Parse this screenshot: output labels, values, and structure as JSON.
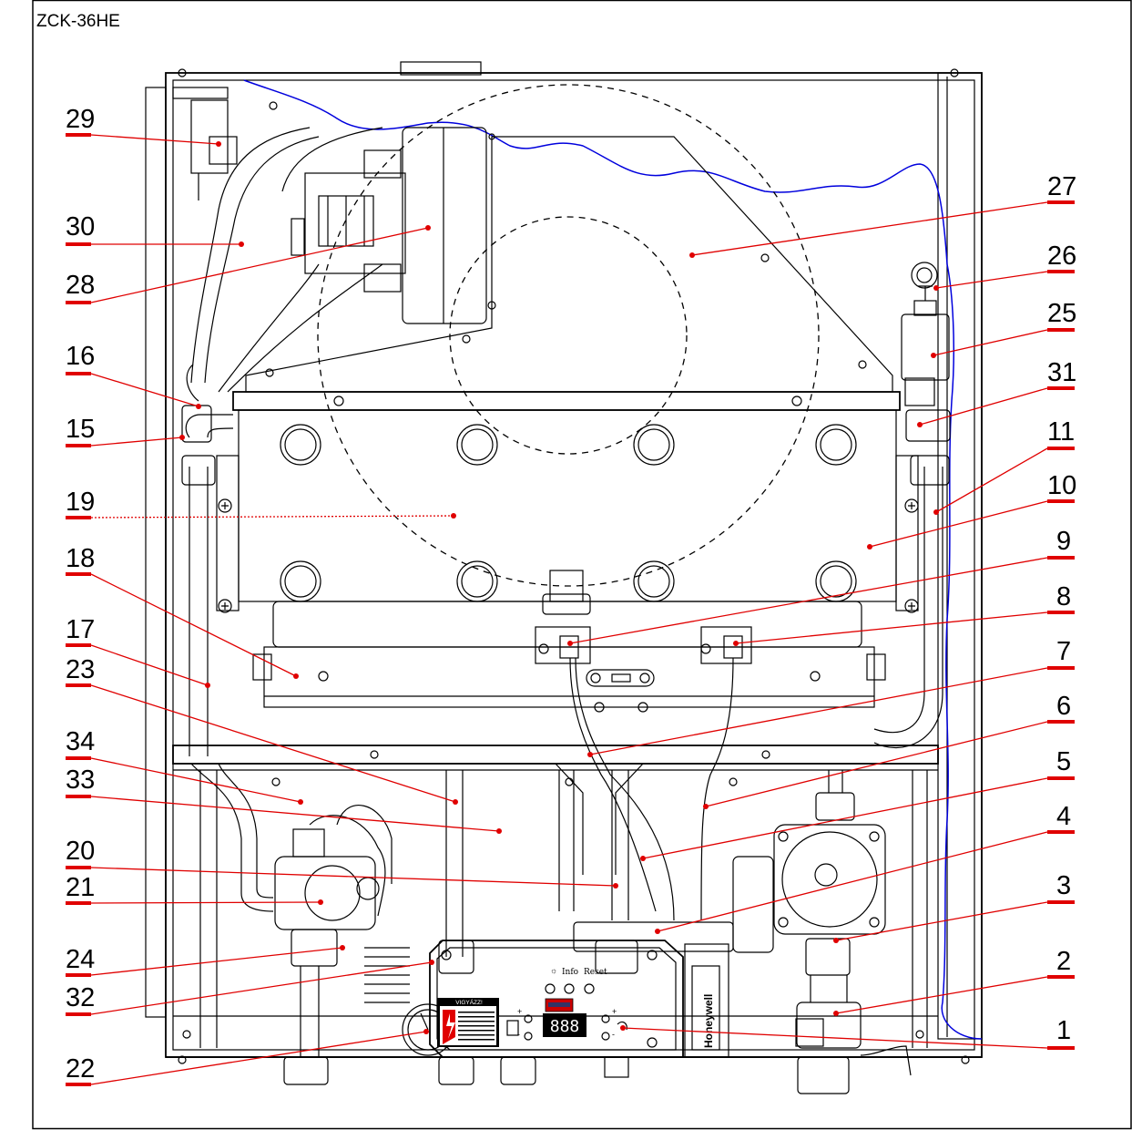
{
  "model_label": "ZCK-36HE",
  "colors": {
    "leader": "#e00000",
    "water": "#0000dd",
    "ink": "#000000"
  },
  "callouts": [
    {
      "id": "29",
      "side": "left"
    },
    {
      "id": "30",
      "side": "left"
    },
    {
      "id": "28",
      "side": "left"
    },
    {
      "id": "16",
      "side": "left"
    },
    {
      "id": "15",
      "side": "left"
    },
    {
      "id": "19",
      "side": "left"
    },
    {
      "id": "18",
      "side": "left"
    },
    {
      "id": "17",
      "side": "left"
    },
    {
      "id": "23",
      "side": "left"
    },
    {
      "id": "34",
      "side": "left"
    },
    {
      "id": "33",
      "side": "left"
    },
    {
      "id": "20",
      "side": "left"
    },
    {
      "id": "21",
      "side": "left"
    },
    {
      "id": "24",
      "side": "left"
    },
    {
      "id": "32",
      "side": "left"
    },
    {
      "id": "22",
      "side": "left"
    },
    {
      "id": "27",
      "side": "right"
    },
    {
      "id": "26",
      "side": "right"
    },
    {
      "id": "25",
      "side": "right"
    },
    {
      "id": "31",
      "side": "right"
    },
    {
      "id": "11",
      "side": "right"
    },
    {
      "id": "10",
      "side": "right"
    },
    {
      "id": "9",
      "side": "right"
    },
    {
      "id": "8",
      "side": "right"
    },
    {
      "id": "7",
      "side": "right"
    },
    {
      "id": "6",
      "side": "right"
    },
    {
      "id": "5",
      "side": "right"
    },
    {
      "id": "4",
      "side": "right"
    },
    {
      "id": "3",
      "side": "right"
    },
    {
      "id": "2",
      "side": "right"
    },
    {
      "id": "1",
      "side": "right"
    }
  ],
  "panel": {
    "warning_title": "VIGYÁZZ!",
    "btn_info": "Info",
    "btn_reset": "Reset",
    "display": "888",
    "brand": "Honeywell",
    "plus": "+",
    "minus": "-"
  }
}
